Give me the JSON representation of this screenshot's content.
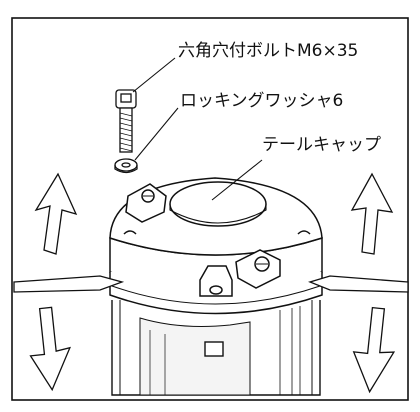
{
  "labels": {
    "bolt": "六角穴付ボルトM6×35",
    "washer": "ロッキングワッシャ6",
    "cap": "テールキャップ"
  }
}
